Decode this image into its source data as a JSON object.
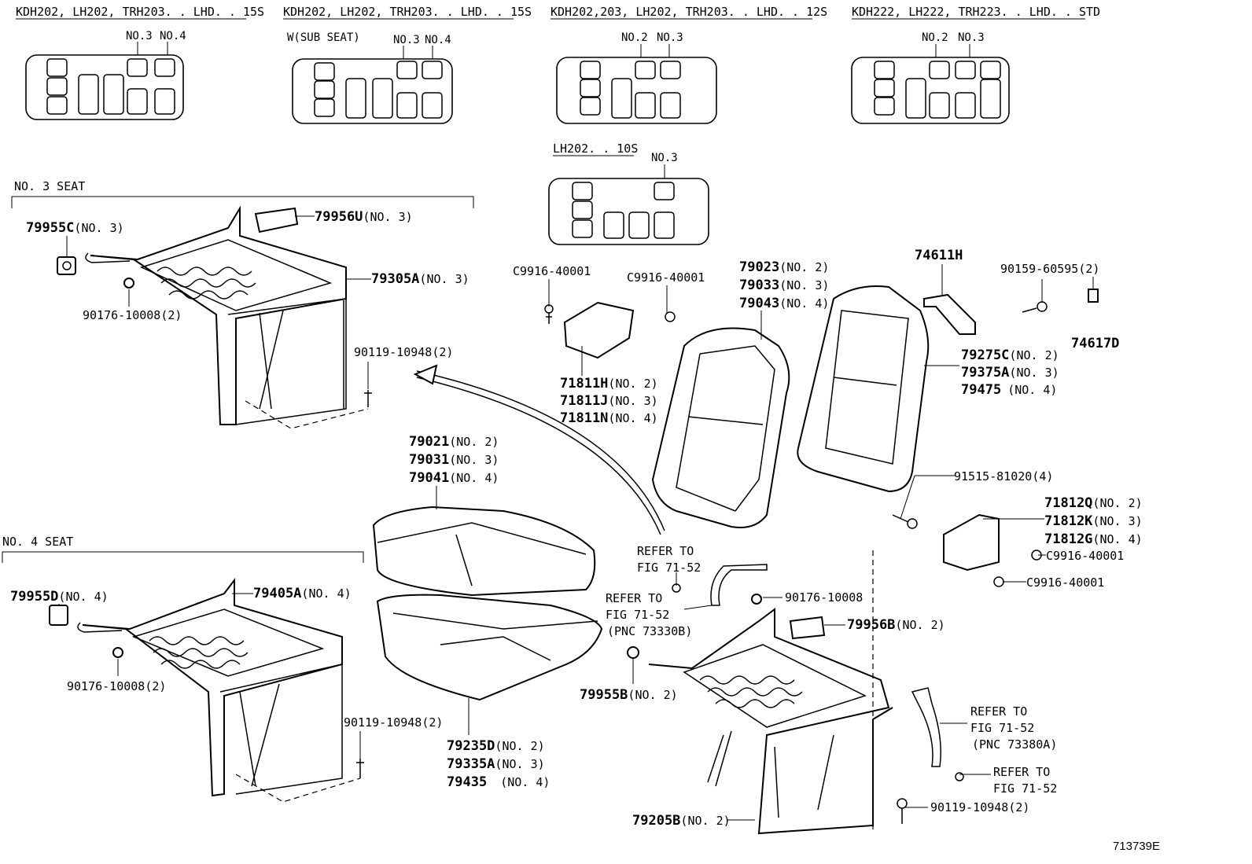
{
  "figure_id": "713739E",
  "configurations": [
    {
      "title": "KDH202, LH202, TRH203. . LHD. . 15S",
      "markers": [
        "NO.3",
        "NO.4"
      ]
    },
    {
      "title": "KDH202, LH202, TRH203. . LHD. . 15S",
      "subtitle": "W(SUB SEAT)",
      "markers": [
        "NO.3",
        "NO.4"
      ]
    },
    {
      "title": "KDH202,203, LH202, TRH203. . LHD. . 12S",
      "markers": [
        "NO.2",
        "NO.3"
      ]
    },
    {
      "title": "KDH222, LH222, TRH223. . LHD. . STD",
      "markers": [
        "NO.2",
        "NO.3"
      ]
    },
    {
      "title": "LH202. . 10S",
      "markers": [
        "NO.3"
      ]
    }
  ],
  "groups": {
    "no3_seat": "NO. 3  SEAT",
    "no4_seat": "NO. 4  SEAT"
  },
  "callouts": [
    {
      "id": "c79955C",
      "pn": "79955C",
      "note": "(NO. 3)"
    },
    {
      "id": "c79956U",
      "pn": "79956U",
      "note": "(NO. 3)"
    },
    {
      "id": "c79305A",
      "pn": "79305A",
      "note": "(NO. 3)"
    },
    {
      "id": "c90176a",
      "pn": "90176-10008",
      "note": "(2)"
    },
    {
      "id": "c90119a",
      "pn": "90119-10948",
      "note": "(2)"
    },
    {
      "id": "cC9916a",
      "pn": "C9916-40001",
      "note": ""
    },
    {
      "id": "cC9916b",
      "pn": "C9916-40001",
      "note": ""
    },
    {
      "id": "c71811H",
      "pn": "71811H",
      "note": "(NO. 2)"
    },
    {
      "id": "c71811J",
      "pn": "71811J",
      "note": "(NO. 3)"
    },
    {
      "id": "c71811N",
      "pn": "71811N",
      "note": "(NO. 4)"
    },
    {
      "id": "c79023",
      "pn": "79023",
      "note": "(NO. 2)"
    },
    {
      "id": "c79033",
      "pn": "79033",
      "note": "(NO. 3)"
    },
    {
      "id": "c79043",
      "pn": "79043",
      "note": "(NO. 4)"
    },
    {
      "id": "c74611H",
      "pn": "74611H",
      "note": ""
    },
    {
      "id": "c90159",
      "pn": "90159-60595",
      "note": "(2)"
    },
    {
      "id": "c74617D",
      "pn": "74617D",
      "note": ""
    },
    {
      "id": "c79275C",
      "pn": "79275C",
      "note": "(NO. 2)"
    },
    {
      "id": "c79375A",
      "pn": "79375A",
      "note": "(NO. 3)"
    },
    {
      "id": "c79475",
      "pn": "79475",
      "note": "(NO. 4)"
    },
    {
      "id": "c79021",
      "pn": "79021",
      "note": "(NO. 2)"
    },
    {
      "id": "c79031",
      "pn": "79031",
      "note": "(NO. 3)"
    },
    {
      "id": "c79041",
      "pn": "79041",
      "note": "(NO. 4)"
    },
    {
      "id": "c91515",
      "pn": "91515-81020",
      "note": "(4)"
    },
    {
      "id": "c71812Q",
      "pn": "71812Q",
      "note": "(NO. 2)"
    },
    {
      "id": "c71812K",
      "pn": "71812K",
      "note": "(NO. 3)"
    },
    {
      "id": "c71812G",
      "pn": "71812G",
      "note": "(NO. 4)"
    },
    {
      "id": "cC9916c",
      "pn": "C9916-40001",
      "note": ""
    },
    {
      "id": "cC9916d",
      "pn": "C9916-40001",
      "note": ""
    },
    {
      "id": "c79955D",
      "pn": "79955D",
      "note": "(NO. 4)"
    },
    {
      "id": "c79405A",
      "pn": "79405A",
      "note": "(NO. 4)"
    },
    {
      "id": "c90176b",
      "pn": "90176-10008",
      "note": "(2)"
    },
    {
      "id": "c90119b",
      "pn": "90119-10948",
      "note": "(2)"
    },
    {
      "id": "c79235D",
      "pn": "79235D",
      "note": "(NO. 2)"
    },
    {
      "id": "c79335A",
      "pn": "79335A",
      "note": "(NO. 3)"
    },
    {
      "id": "c79435",
      "pn": "79435",
      "note": " (NO. 4)"
    },
    {
      "id": "c90176c",
      "pn": "90176-10008",
      "note": ""
    },
    {
      "id": "c79956B",
      "pn": "79956B",
      "note": "(NO. 2)"
    },
    {
      "id": "c79955B",
      "pn": "79955B",
      "note": "(NO. 2)"
    },
    {
      "id": "c79205B",
      "pn": "79205B",
      "note": "(NO. 2)"
    },
    {
      "id": "c90119c",
      "pn": "90119-10948",
      "note": "(2)"
    }
  ],
  "references": {
    "ref1": [
      "REFER TO",
      "FIG 71-52"
    ],
    "ref2": [
      "REFER TO",
      "FIG 71-52",
      "(PNC  73330B)"
    ],
    "ref3": [
      "REFER TO",
      "FIG 71-52",
      "(PNC  73380A)"
    ],
    "ref4": [
      "REFER TO",
      "FIG 71-52"
    ]
  }
}
